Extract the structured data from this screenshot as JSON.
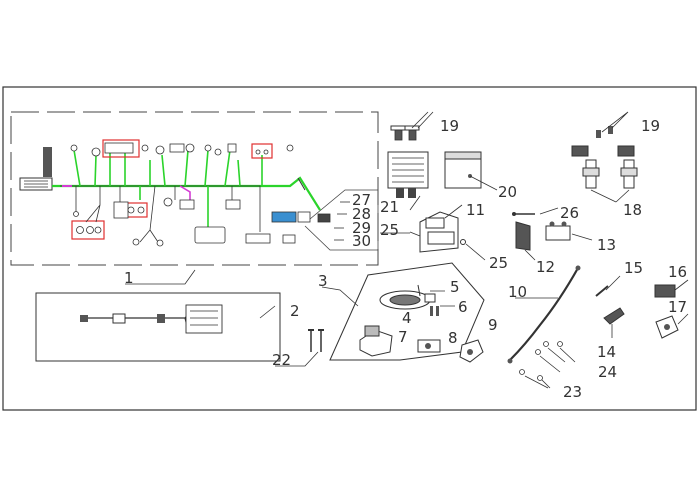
{
  "parts": [
    {
      "num": "1"
    },
    {
      "num": "2"
    },
    {
      "num": "3"
    },
    {
      "num": "4"
    },
    {
      "num": "5"
    },
    {
      "num": "6"
    },
    {
      "num": "7"
    },
    {
      "num": "8"
    },
    {
      "num": "9"
    },
    {
      "num": "10"
    },
    {
      "num": "11"
    },
    {
      "num": "12"
    },
    {
      "num": "13"
    },
    {
      "num": "14"
    },
    {
      "num": "15"
    },
    {
      "num": "16"
    },
    {
      "num": "17"
    },
    {
      "num": "18"
    },
    {
      "num": "19"
    },
    {
      "num": "19"
    },
    {
      "num": "20"
    },
    {
      "num": "21"
    },
    {
      "num": "22"
    },
    {
      "num": "23"
    },
    {
      "num": "24"
    },
    {
      "num": "25"
    },
    {
      "num": "25"
    },
    {
      "num": "26"
    },
    {
      "num": "27"
    },
    {
      "num": "28"
    },
    {
      "num": "29"
    },
    {
      "num": "30"
    }
  ],
  "colors": {
    "line": "#333333",
    "wire_green": "#2bd42b",
    "wire_magenta": "#d43bd4",
    "highlight_red": "#e03030"
  }
}
